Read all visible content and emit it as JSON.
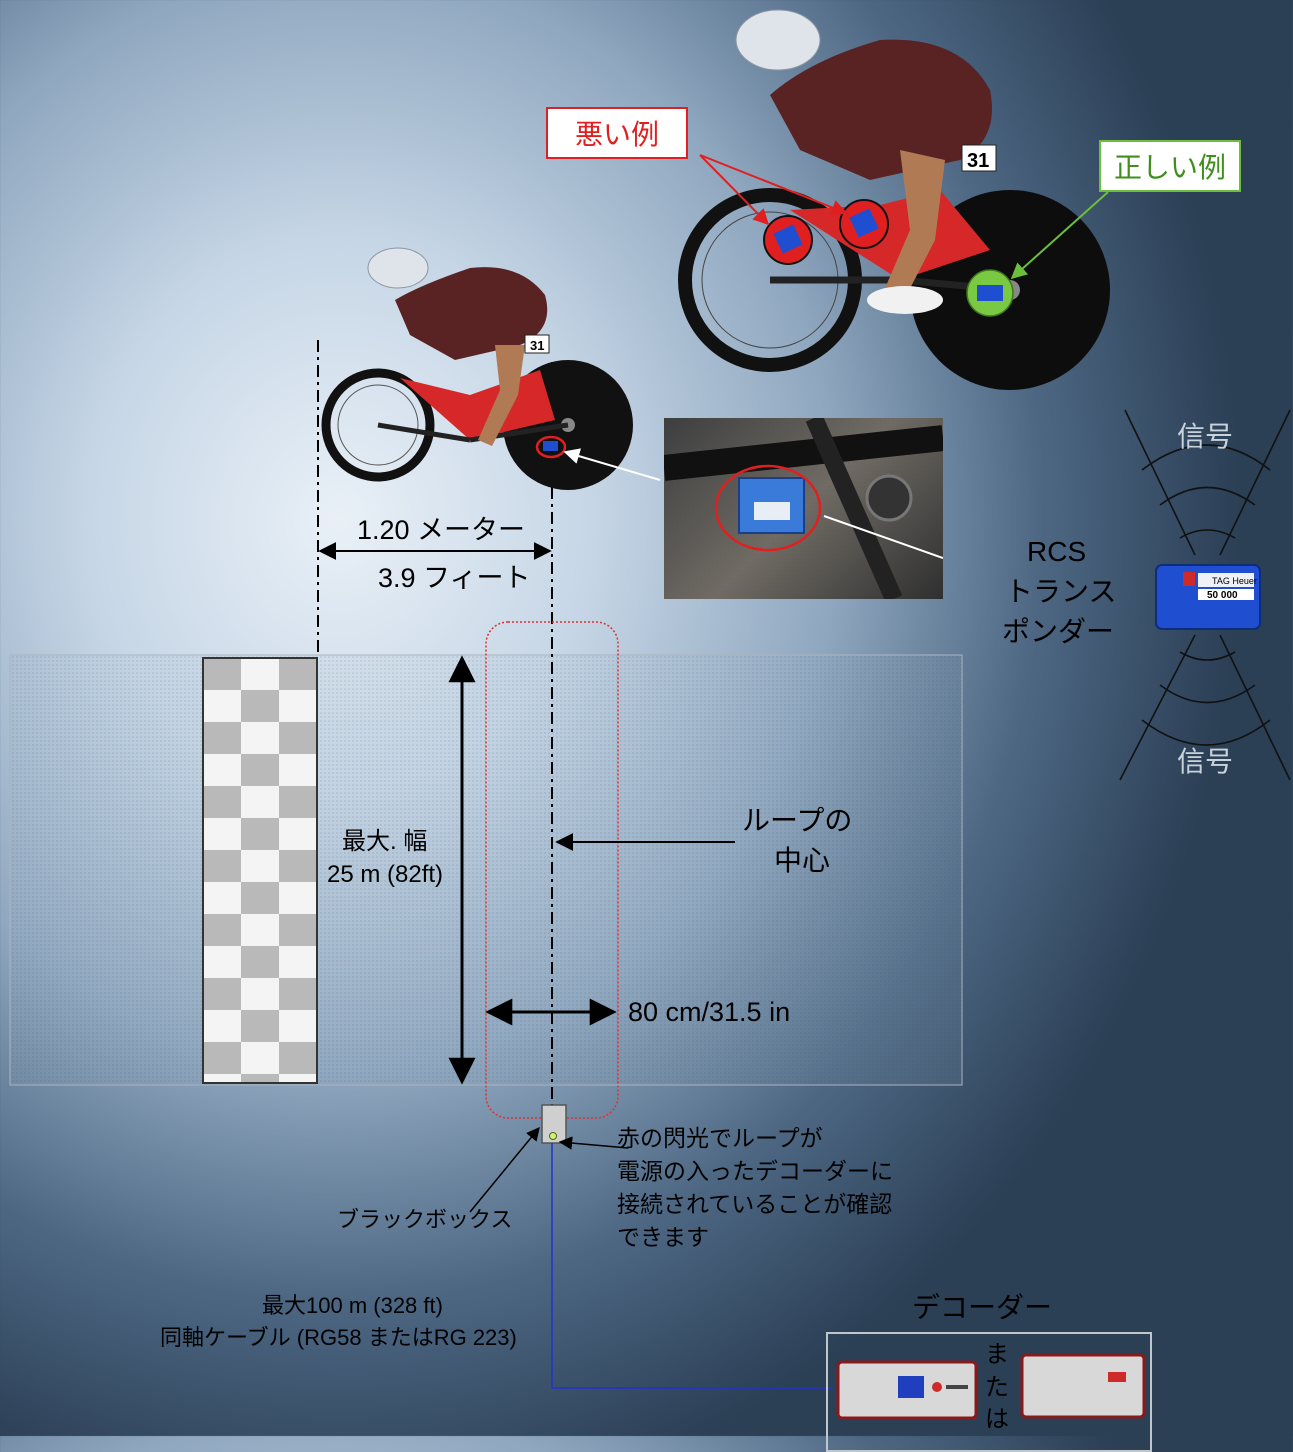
{
  "labels": {
    "bad_example": "悪い例",
    "good_example": "正しい例",
    "distance_m": "1.20 メーター",
    "distance_ft": "3.9 フィート",
    "transponder_l1": "RCS",
    "transponder_l2": "トランス",
    "transponder_l3": "ポンダー",
    "signal_top": "信号",
    "signal_bottom": "信号",
    "max_width_l1": "最大. 幅",
    "max_width_l2": "25 m (82ft)",
    "loop_center_l1": "ループの",
    "loop_center_l2": "中心",
    "loop_width": "80 cm/31.5 in",
    "flash_l1": "赤の閃光でループが",
    "flash_l2": "電源の入ったデコーダーに",
    "flash_l3": "接続されていることが確認",
    "flash_l4": "できます",
    "black_box": "ブラックボックス",
    "cable_l1": "最大100 m (328 ft)",
    "cable_l2": "同軸ケーブル (RG58 またはRG 223)",
    "decoder_title": "デコーダー",
    "or_1": "ま",
    "or_2": "た",
    "or_3": "は"
  },
  "device": {
    "brand": "TAG Heuer",
    "number": "50 000"
  },
  "rider": {
    "bib": "31"
  },
  "colors": {
    "bad": "#e02020",
    "good": "#6cbf3c",
    "loop_outline": "#e03030",
    "cable": "#2233cc"
  }
}
